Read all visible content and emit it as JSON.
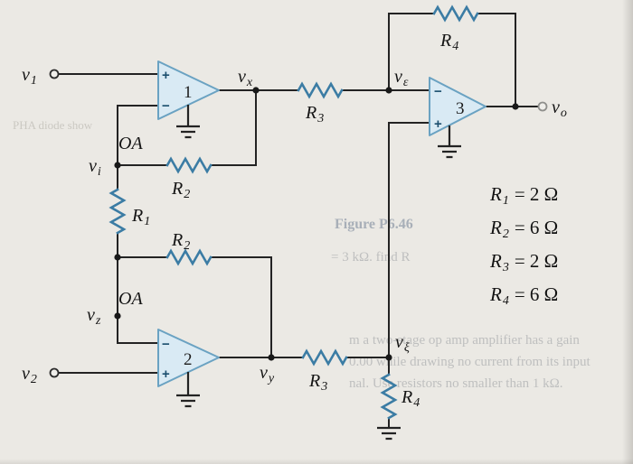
{
  "figure": {
    "kind": "op-amp circuit schematic (textbook scan)"
  },
  "colors": {
    "paper": "#ebe9e4",
    "wire": "#232323",
    "resistor_blue": "#3b7ca4",
    "opamp_fill": "#d9eaf4",
    "opamp_stroke": "#6aa2c2"
  },
  "labels": {
    "v1": {
      "base": "v",
      "sub": "1"
    },
    "v2": {
      "base": "v",
      "sub": "2"
    },
    "vo": {
      "base": "v",
      "sub": "o"
    },
    "vx": {
      "base": "v",
      "sub": "x"
    },
    "vy": {
      "base": "v",
      "sub": "y"
    },
    "vi": {
      "base": "v",
      "sub": "i"
    },
    "vz": {
      "base": "v",
      "sub": "z"
    },
    "ve": {
      "base": "v",
      "sub": "ε"
    },
    "vxi": {
      "base": "v",
      "sub": "ξ"
    },
    "r1": {
      "base": "R",
      "sub": "1"
    },
    "r2": {
      "base": "R",
      "sub": "2"
    },
    "r3": {
      "base": "R",
      "sub": "3"
    },
    "r4": {
      "base": "R",
      "sub": "4"
    },
    "oa": "OA"
  },
  "opamps": {
    "one": "1",
    "two": "2",
    "three": "3",
    "plus": "+",
    "minus": "−"
  },
  "values": [
    {
      "base": "R",
      "sub": "1",
      "rest": "= 2 Ω"
    },
    {
      "base": "R",
      "sub": "2",
      "rest": "= 6 Ω"
    },
    {
      "base": "R",
      "sub": "3",
      "rest": "= 2 Ω"
    },
    {
      "base": "R",
      "sub": "4",
      "rest": "= 6 Ω"
    }
  ],
  "bleed": [
    {
      "text": "PHA diode show"
    },
    {
      "text": "Figure P6.46"
    },
    {
      "text": "= 3 kΩ. find R"
    },
    {
      "text": "m a two-stage op amp amplifier has a gain"
    },
    {
      "text": "0.00 while drawing no current from its input"
    },
    {
      "text": "nal. Use resistors no smaller than 1 kΩ."
    }
  ]
}
